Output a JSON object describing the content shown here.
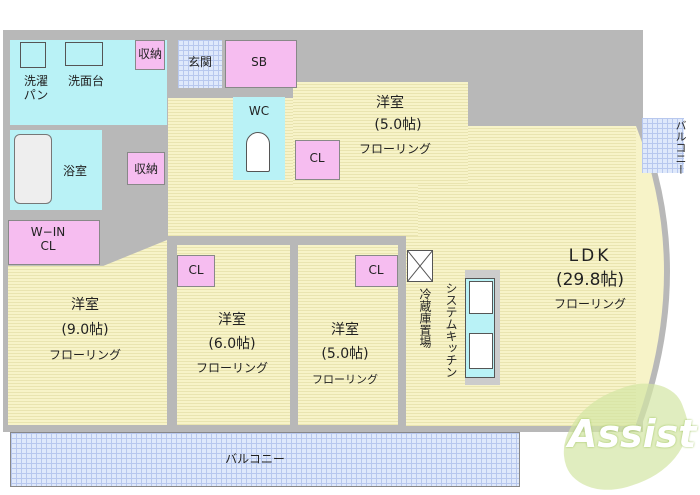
{
  "rooms": {
    "laundry": "洗濯\nパン",
    "washbasin": "洗面台",
    "storage1": "収納",
    "entrance": "玄関",
    "shoe_box": "SB",
    "wc": "WC",
    "bath": "浴室",
    "storage2": "収納",
    "walkin": "W−IN\nCL",
    "bedroom_top": {
      "name": "洋室",
      "size": "(5.0帖)",
      "floor": "フローリング",
      "closet": "CL"
    },
    "bedroom_9": {
      "name": "洋室",
      "size": "(9.0帖)",
      "floor": "フローリング"
    },
    "bedroom_6": {
      "name": "洋室",
      "size": "(6.0帖)",
      "floor": "フローリング",
      "closet": "CL"
    },
    "bedroom_5": {
      "name": "洋室",
      "size": "(5.0帖)",
      "floor": "フローリング",
      "closet": "CL"
    },
    "ldk": {
      "name": "LDK",
      "size": "(29.8帖)",
      "floor": "フローリング"
    },
    "fridge": "冷蔵庫置場",
    "kitchen": "システムキッチン",
    "balcony_small": "バルコニー",
    "balcony": "バルコニー"
  },
  "logo": "Assist",
  "colors": {
    "wet": "#b9f2f6",
    "closet": "#f6bdf0",
    "floor": "#f7f3c8",
    "wall": "#b8b8b8"
  }
}
